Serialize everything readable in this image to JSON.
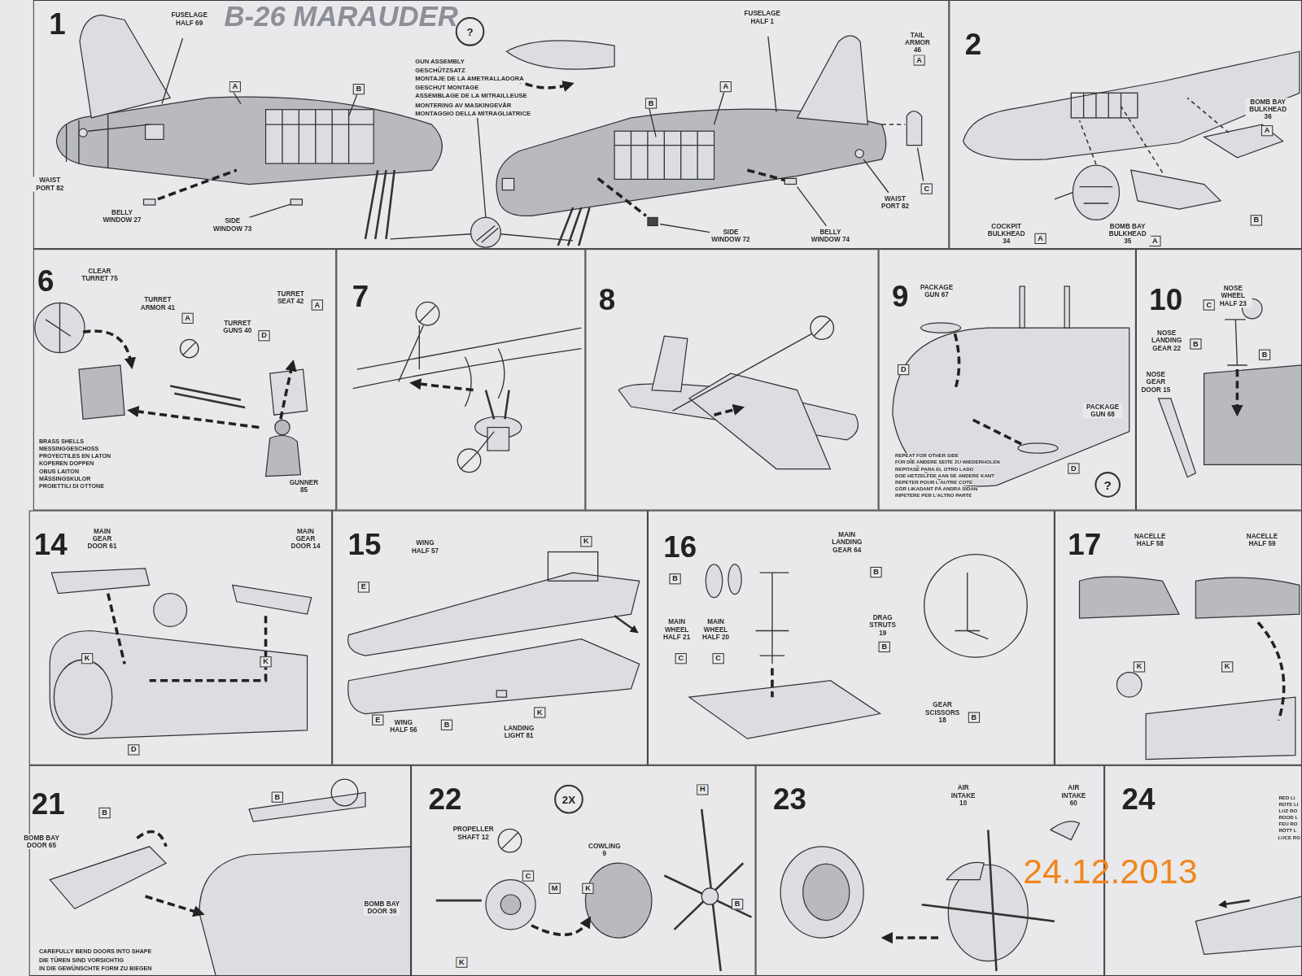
{
  "diagram": {
    "nodes": [
      {
        "text": [
          "1"
        ]
      },
      {
        "text": [
          "?"
        ],
        "in": 0
      },
      {
        "text": [
          "A"
        ],
        "in": 0
      },
      {
        "text": [
          "B"
        ],
        "in": 0
      },
      {
        "text": [
          "B"
        ],
        "in": 0
      },
      {
        "text": [
          "A"
        ],
        "in": 0
      },
      {
        "text": [
          "A"
        ],
        "in": 0
      },
      {
        "text": [
          "C"
        ],
        "in": 0
      },
      {
        "text": [
          "2"
        ]
      },
      {
        "text": [
          "A"
        ],
        "in": 8
      },
      {
        "text": [
          "A"
        ],
        "in": 8
      },
      {
        "text": [
          "A"
        ],
        "in": 8
      },
      {
        "text": [
          "B"
        ],
        "in": 8
      },
      {
        "text": [
          "6"
        ]
      },
      {
        "text": [
          "A"
        ],
        "in": 13
      },
      {
        "text": [
          "D"
        ],
        "in": 13
      },
      {
        "text": [
          "A"
        ],
        "in": 13
      },
      {
        "text": [
          "7"
        ]
      },
      {
        "text": [
          "8"
        ]
      },
      {
        "text": [
          "9"
        ]
      },
      {
        "text": [
          "D"
        ],
        "in": 19
      },
      {
        "text": [
          "D"
        ],
        "in": 19
      },
      {
        "text": [
          "?"
        ],
        "in": 19
      },
      {
        "text": [
          "10"
        ]
      },
      {
        "text": [
          "C"
        ],
        "in": 23
      },
      {
        "text": [
          "B"
        ],
        "in": 23
      },
      {
        "text": [
          "B"
        ],
        "in": 23
      },
      {
        "text": [
          "14"
        ]
      },
      {
        "text": [
          "K"
        ],
        "in": 27
      },
      {
        "text": [
          "K"
        ],
        "in": 27
      },
      {
        "text": [
          "D"
        ],
        "in": 27
      },
      {
        "text": [
          "15"
        ]
      },
      {
        "text": [
          "K"
        ],
        "in": 31
      },
      {
        "text": [
          "E"
        ],
        "in": 31
      },
      {
        "text": [
          "E"
        ],
        "in": 31
      },
      {
        "text": [
          "B"
        ],
        "in": 31
      },
      {
        "text": [
          "K"
        ],
        "in": 31
      },
      {
        "text": [
          "16"
        ]
      },
      {
        "text": [
          "B"
        ],
        "in": 37
      },
      {
        "text": [
          "C"
        ],
        "in": 37
      },
      {
        "text": [
          "C"
        ],
        "in": 37
      },
      {
        "text": [
          "B"
        ],
        "in": 37
      },
      {
        "text": [
          "B"
        ],
        "in": 37
      },
      {
        "text": [
          "B"
        ],
        "in": 37
      },
      {
        "text": [
          "17"
        ]
      },
      {
        "text": [
          "K"
        ],
        "in": 44
      },
      {
        "text": [
          "K"
        ],
        "in": 44
      },
      {
        "text": [
          "21"
        ]
      },
      {
        "text": [
          "B"
        ],
        "in": 47
      },
      {
        "text": [
          "B"
        ],
        "in": 47
      },
      {
        "text": [
          "22"
        ]
      },
      {
        "text": [
          "2X"
        ],
        "in": 50
      },
      {
        "text": [
          "C"
        ],
        "in": 50
      },
      {
        "text": [
          "M"
        ],
        "in": 50
      },
      {
        "text": [
          "K"
        ],
        "in": 50
      },
      {
        "text": [
          "H"
        ],
        "in": 50
      },
      {
        "text": [
          "B"
        ],
        "in": 50
      },
      {
        "text": [
          "K"
        ],
        "in": 50
      },
      {
        "text": [
          "23"
        ]
      },
      {
        "text": [
          "24"
        ]
      }
    ],
    "labels": [
      "B-26 MARAUDER",
      "FUSELAGE HALF 69",
      "WAIST PORT 82",
      "BELLY WINDOW 27",
      "SIDE WINDOW 73",
      "GUN ASSEMBLY",
      "GESCHÜTZSATZ",
      "MONTAJE DE LA AMETRALLADORA",
      "GESCHUT MONTAGE",
      "ASSEMBLAGE DE LA MITRAILLEUSE",
      "MONTERING AV MASKINGEVÄR",
      "MONTAGGIO DELLA MITRAGLIATRICE",
      "FUSELAGE HALF 1",
      "TAIL ARMOR 46",
      "SIDE WINDOW 72",
      "BELLY WINDOW 74",
      "WAIST PORT 82",
      "BOMB BAY BULKHEAD 36",
      "COCKPIT BULKHEAD 34",
      "BOMB BAY BULKHEAD 35",
      "CLEAR TURRET 75",
      "TURRET ARMOR 41",
      "TURRET GUNS 40",
      "TURRET SEAT 42",
      "GUNNER 85",
      "BRASS SHELLS",
      "MESSINGGESCHOSS",
      "PROYECTILES EN LATON",
      "KOPEREN DOPPEN",
      "OBUS LAITON",
      "MÄSSINGSKULOR",
      "PROIETTILI DI OTTONE",
      "PACKAGE GUN 67",
      "PACKAGE GUN 68",
      "REPEAT FOR OTHER SIDE",
      "FÜR DIE ANDERE SEITE ZU WIEDERHOLEN",
      "REPITASE PARA EL OTRO LADO",
      "DOE HETZELFDE AAN DE ANDERE KANT",
      "REPETER POUR L'AUTRE COTE",
      "GÖR LIKADANT PÅ ANDRA SIDAN",
      "RIPETERE PER L'ALTRO PARTE",
      "NOSE WHEEL HALF 23",
      "NOSE LANDING GEAR 22",
      "NOSE GEAR DOOR 15",
      "MAIN GEAR DOOR 61",
      "MAIN GEAR DOOR 14",
      "WING HALF 57",
      "WING HALF 56",
      "LANDING LIGHT 81",
      "MAIN WHEEL HALF 21",
      "MAIN WHEEL HALF 20",
      "MAIN LANDING GEAR 64",
      "DRAG STRUTS 19",
      "GEAR SCISSORS 18",
      "NACELLE HALF 58",
      "NACELLE HALF 59",
      "BOMB BAY DOOR 65",
      "BOMB BAY DOOR 39",
      "CAREFULLY BEND DOORS INTO SHAPE",
      "DIE TÜREN SIND VORSICHTIG",
      "IN DIE GEWÜNSCHTE FORM ZU BIEGEN",
      "PROPELLER SHAFT 12",
      "COWLING 9",
      "AIR INTAKE 10",
      "AIR INTAKE 60",
      "RED LI",
      "ROTE LI",
      "LUZ RO",
      "ROOD L",
      "FEU RO",
      "RÖTT L",
      "LUCE RO",
      "24.12.2013"
    ]
  }
}
